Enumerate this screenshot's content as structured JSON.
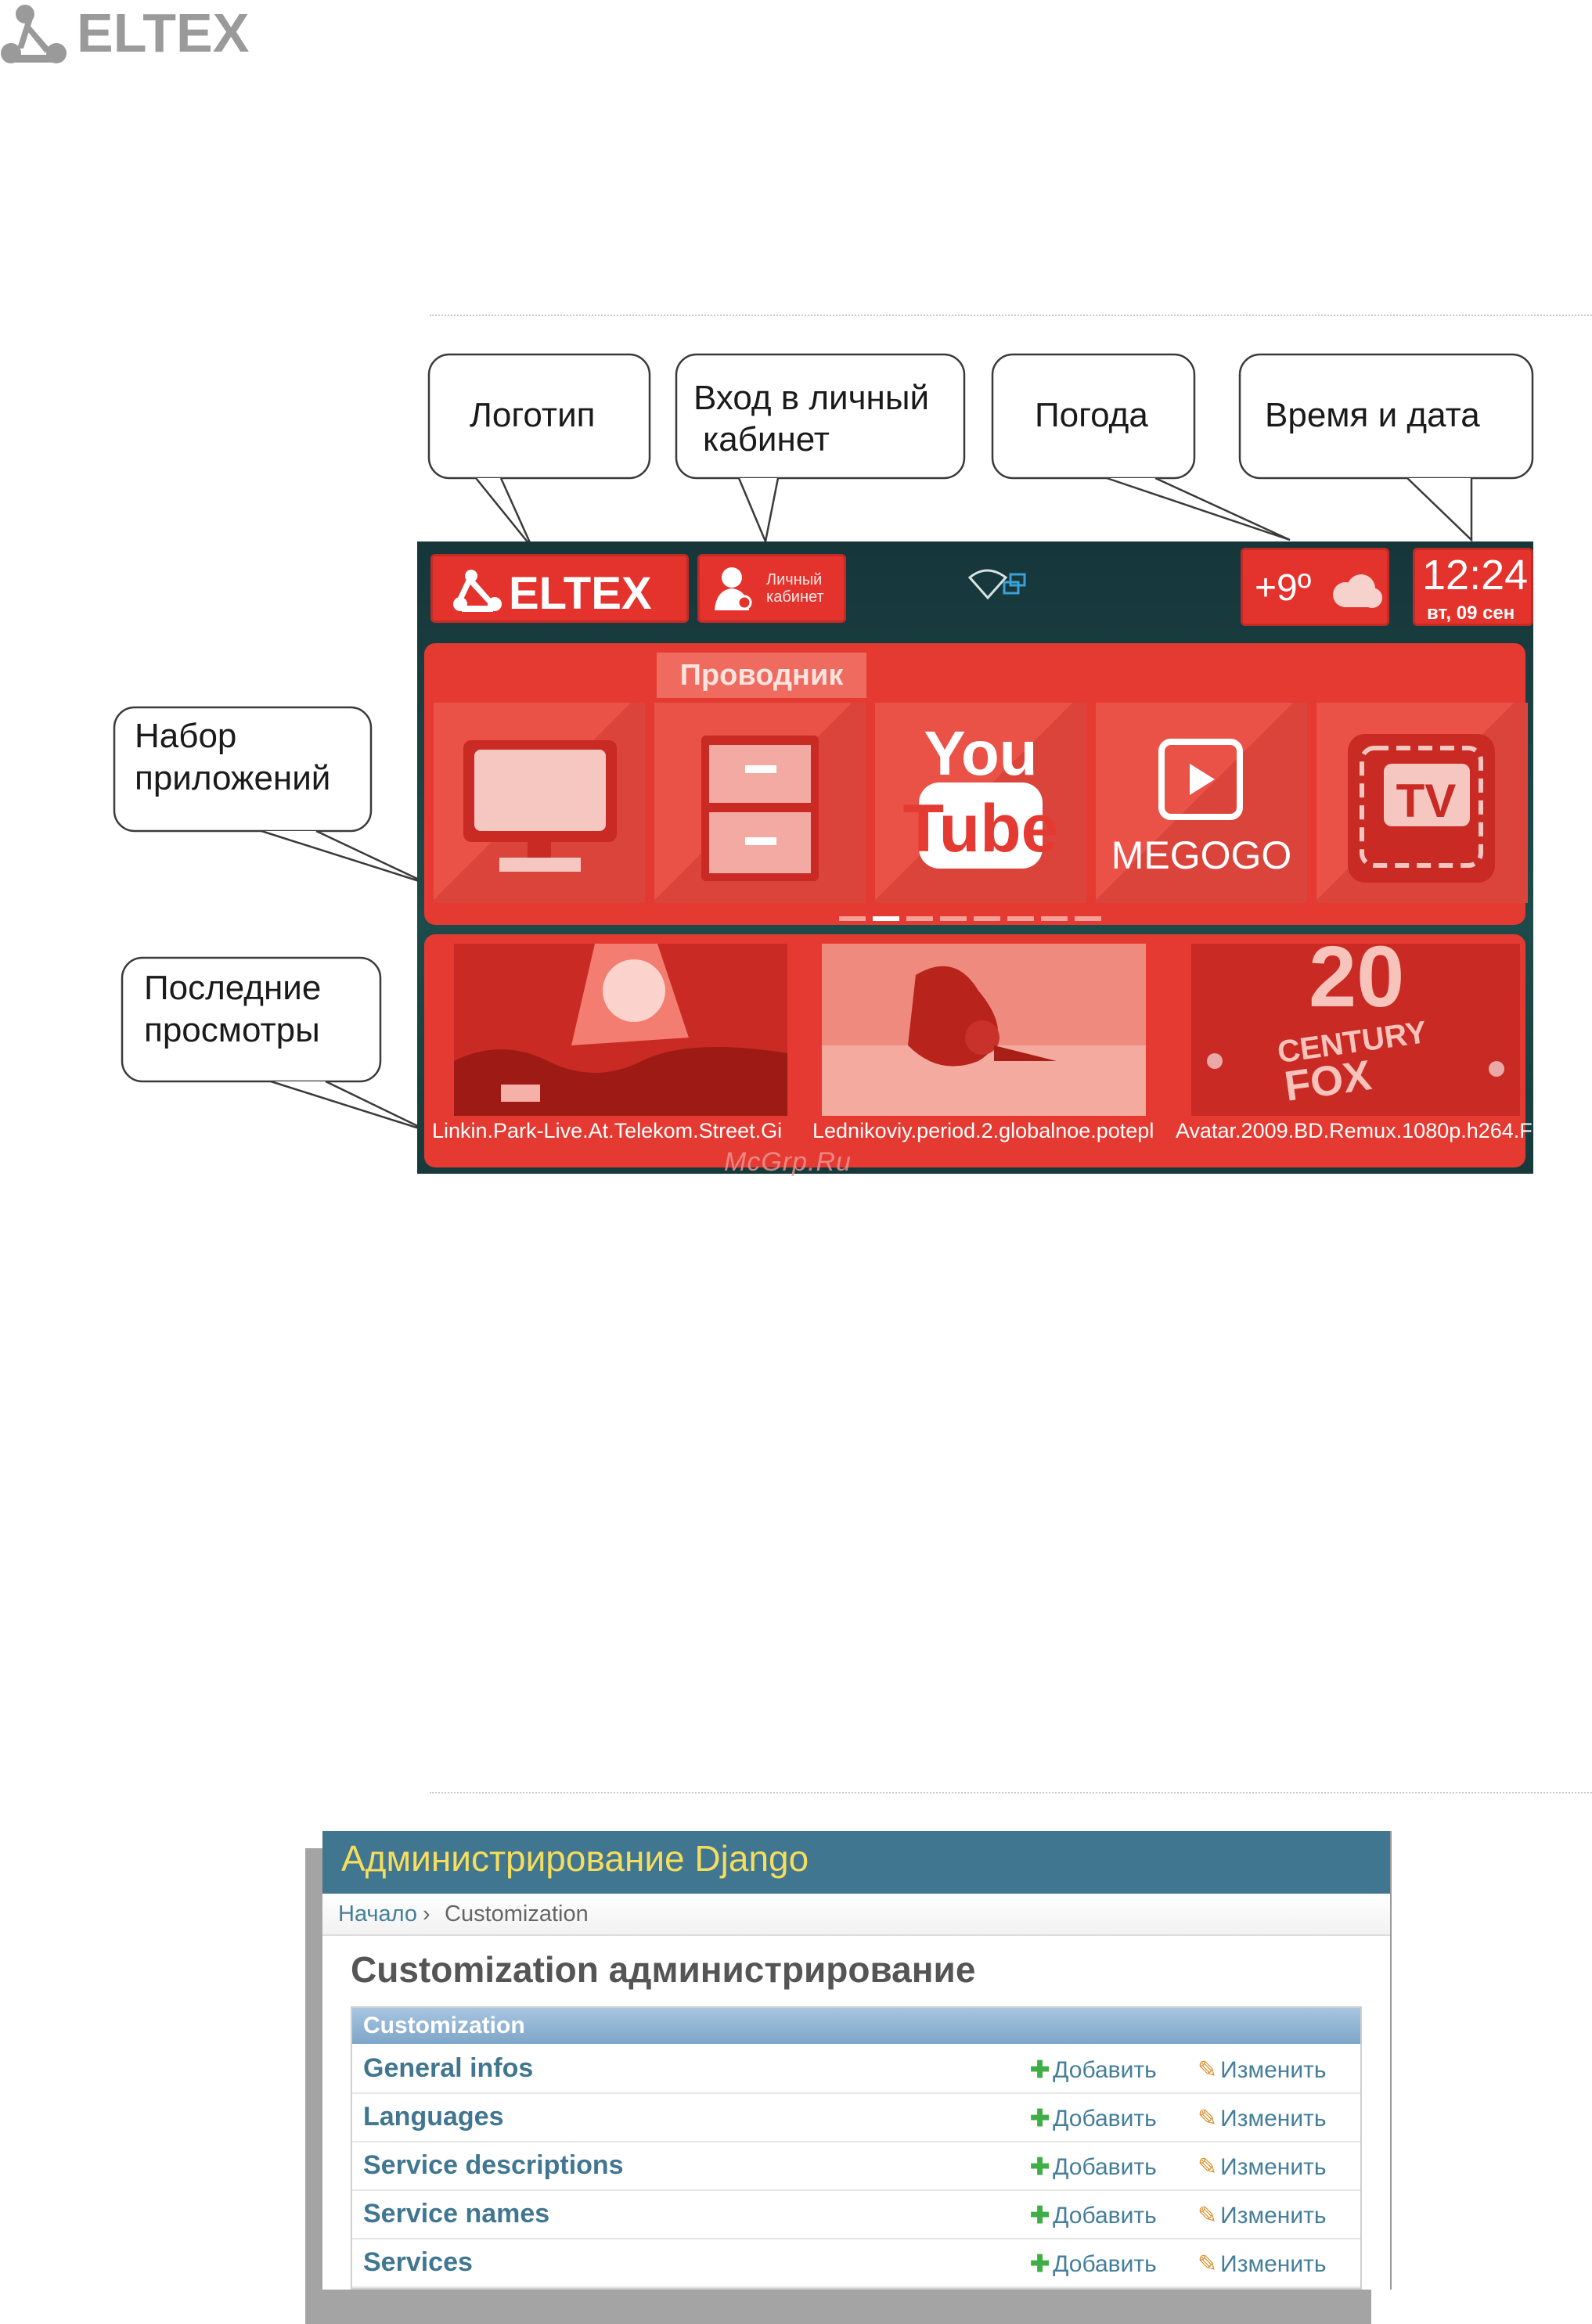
{
  "document": {
    "header_logo_text": "ELTEX"
  },
  "stb": {
    "callouts": {
      "logo": "Логотип",
      "cabinet_line1": "Вход в личный",
      "cabinet_line2": "кабинет",
      "weather": "Погода",
      "datetime": "Время и дата",
      "apps_line1": "Набор",
      "apps_line2": "приложений",
      "recent_line1": "Последние",
      "recent_line2": "просмотры"
    },
    "topbar": {
      "logo_text": "ELTEX",
      "cabinet_line1": "Личный",
      "cabinet_line2": "кабинет",
      "temperature": "+9º",
      "time": "12:24",
      "date": "вт, 09 сен"
    },
    "apps": {
      "selected_title": "Проводник",
      "tiles": [
        {
          "icon": "monitor-icon"
        },
        {
          "icon": "file-cabinet-icon"
        },
        {
          "icon": "youtube-logo",
          "line1": "You",
          "line2": "Tube"
        },
        {
          "icon": "megogo-logo",
          "label": "MEGOGO"
        },
        {
          "icon": "tv-icon",
          "label": "TV"
        }
      ],
      "page_count": 8,
      "active_page": 2
    },
    "recent": [
      {
        "caption": "Linkin.Park-Live.At.Telekom.Street.Gi"
      },
      {
        "caption": "Lednikoviy.period.2.globalnoe.potepl"
      },
      {
        "caption": "Avatar.2009.BD.Remux.1080p.h264.F",
        "thumb_text_1": "20",
        "thumb_text_2": "CENTURY",
        "thumb_text_3": "FOX"
      }
    ],
    "watermark": "McGrp.Ru",
    "colors": {
      "accent": "#e53a32",
      "background": "#1d4a4a"
    }
  },
  "django": {
    "header": "Администрирование Django",
    "breadcrumb_home": "Начало",
    "breadcrumb_sep": "›",
    "breadcrumb_current": "Customization",
    "title": "Customization администрирование",
    "module_caption": "Customization",
    "add_label": "Добавить",
    "change_label": "Изменить",
    "models": [
      {
        "name": "General infos"
      },
      {
        "name": "Languages"
      },
      {
        "name": "Service descriptions"
      },
      {
        "name": "Service names"
      },
      {
        "name": "Services"
      }
    ],
    "colors": {
      "header_bg": "#417690",
      "header_text": "#f5dd5d",
      "link": "#447e9b"
    }
  }
}
